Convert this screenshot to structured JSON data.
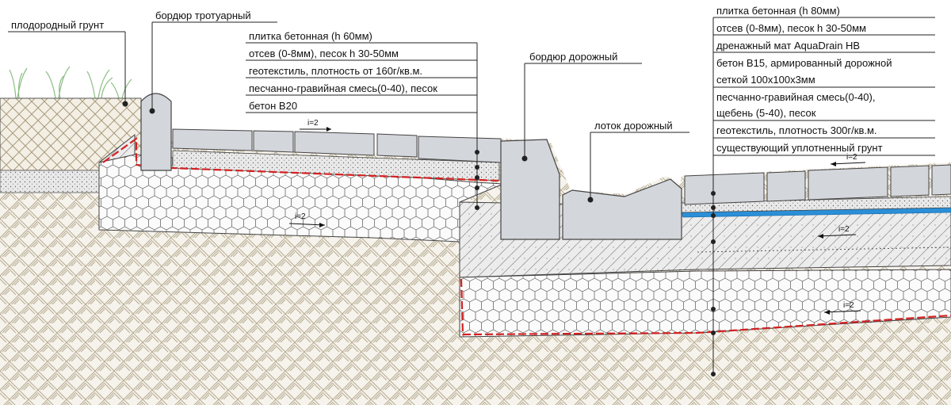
{
  "labels": {
    "fertile_soil": "плодородный грунт",
    "curb_sidewalk": "бордюр тротуарный",
    "curb_road": "бордюр дорожный",
    "gutter_road": "лоток дорожный"
  },
  "sidewalk_layers": [
    "плитка бетонная (h 60мм)",
    "отсев (0-8мм), песок h 30-50мм",
    "геотекстиль, плотность от 160г/кв.м.",
    "песчанно-гравийная смесь(0-40), песок",
    "бетон В20"
  ],
  "road_layers": [
    "плитка бетонная (h 80мм)",
    "отсев (0-8мм), песок h 30-50мм",
    "дренажный мат AquaDrain HB",
    "бетон В15, армированный дорожной",
    "сеткой 100х100х3мм",
    "песчанно-гравийная смесь(0-40),",
    "щебень (5-40), песок",
    "геотекстиль, плотность 300г/кв.м.",
    "существующий уплотненный грунт"
  ],
  "slope_marks": {
    "sidewalk_tile": "i=2",
    "sidewalk_base": "i=2",
    "road_tile": "i=2",
    "road_concrete": "i=2",
    "road_base": "i=2"
  },
  "colors": {
    "geotextile": "#d42020",
    "drain_mat": "#2a8fd8",
    "tile": "#d3d6db",
    "soil_hatch": "#b9ad94"
  }
}
